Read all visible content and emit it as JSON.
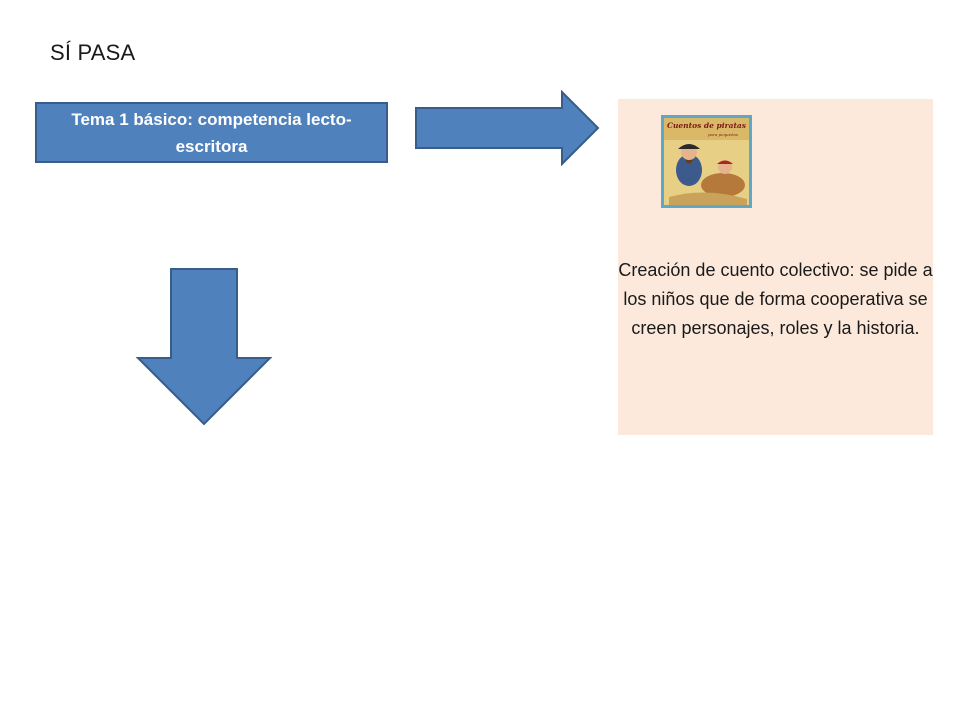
{
  "slide": {
    "title": "SÍ PASA"
  },
  "topic_box": {
    "label": "Tema 1 básico: competencia lecto-escritora"
  },
  "story_panel": {
    "book_cover": {
      "title_line1": "Cuentos de piratas",
      "title_line2": "para pequeños"
    },
    "description": "Creación de cuento colectivo: se pide a los niños que de forma cooperativa se creen personajes, roles y la historia."
  },
  "colors": {
    "arrow_fill": "#4f81bd",
    "arrow_stroke": "#385d8a",
    "panel_fill": "#fce9dc"
  }
}
